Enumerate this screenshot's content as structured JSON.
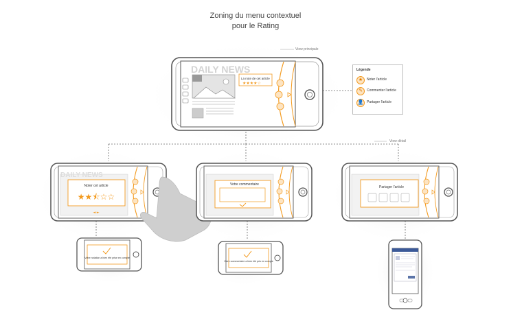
{
  "header": {
    "title_line1": "Zoning du menu contextuel",
    "title_line2": "pour le Rating"
  },
  "labels": {
    "main_view": "View principale",
    "detail_view": "View détail"
  },
  "main_phone": {
    "brand": "DAILY NEWS",
    "rating_label": "La note de cet article",
    "rating_stars": "★★★★☆"
  },
  "legend": {
    "title": "Légende",
    "items": [
      {
        "label": "Noter l'article",
        "icon": "star-icon"
      },
      {
        "label": "Commenter l'article",
        "icon": "comment-icon"
      },
      {
        "label": "Partager l'article",
        "icon": "share-icon"
      }
    ]
  },
  "detail_rate": {
    "brand": "DAILY NEWS",
    "title": "Noter cet article",
    "stars": "★★⯪☆☆",
    "arrows": "◄ ►",
    "confirm": "Votre notation a bien été prise en compte"
  },
  "detail_comment": {
    "title": "Votre commentaire",
    "confirm": "Votre commentaire a bien été pris en compte"
  },
  "detail_share": {
    "title": "Partager l'article"
  },
  "colors": {
    "accent": "#f39a1e",
    "phone_outline": "#555555",
    "screen_gray": "#d9d9d9"
  }
}
